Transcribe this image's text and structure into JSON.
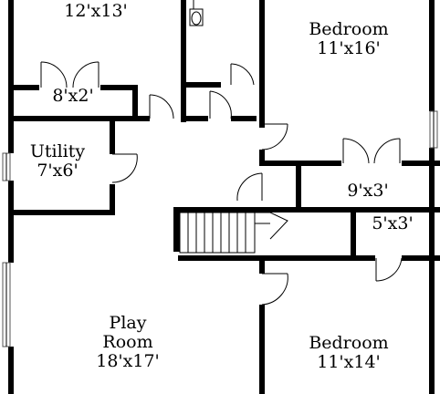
{
  "rooms": {
    "top_left": {
      "dims": "12'x13'"
    },
    "closet": {
      "dims": "8'x2'"
    },
    "utility": {
      "name": "Utility",
      "dims": "7'x6'"
    },
    "bedroom_upper": {
      "name": "Bedroom",
      "dims": "11'x16'"
    },
    "hall_closet": {
      "dims": "9'x3'"
    },
    "small_closet": {
      "dims": "5'x3'"
    },
    "play_room": {
      "name_line1": "Play",
      "name_line2": "Room",
      "dims": "18'x17'"
    },
    "bedroom_lower": {
      "name": "Bedroom",
      "dims": "11'x14'"
    }
  },
  "colors": {
    "wall": "#000000",
    "background": "#ffffff"
  }
}
